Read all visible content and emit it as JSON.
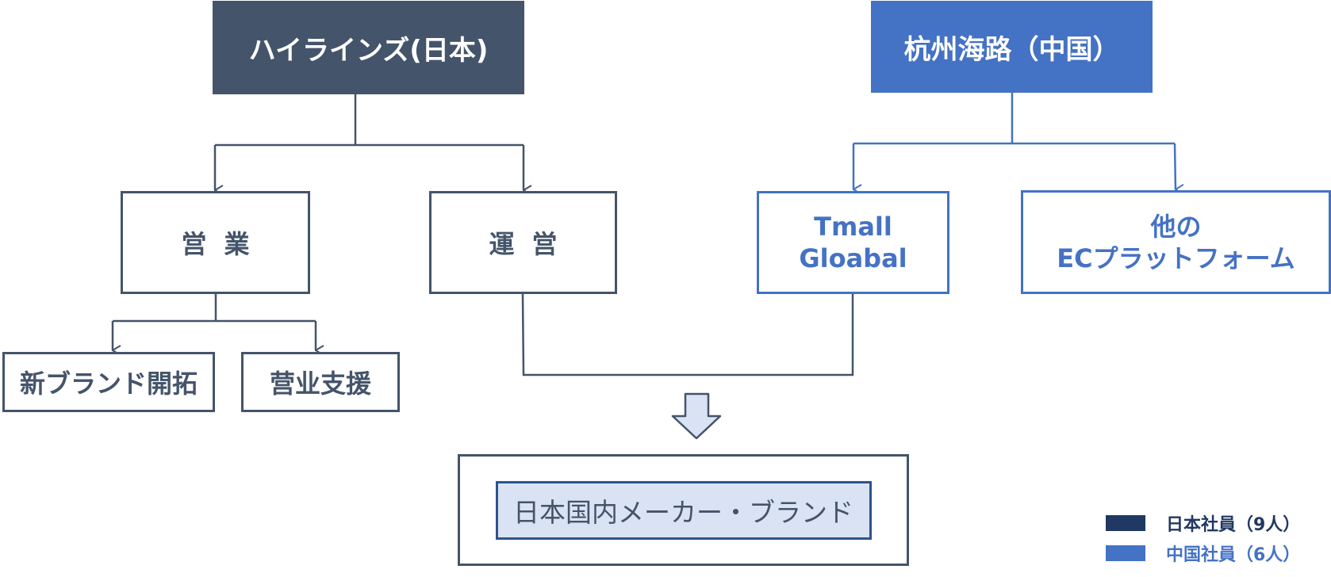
{
  "japan": {
    "title": "ハイラインズ(日本)",
    "color": "#44546a",
    "divisions": {
      "sales": "営業",
      "operations": "運営"
    },
    "sales_subitems": {
      "new_brand": "新ブランド開拓",
      "sales_support": "营业支援"
    }
  },
  "china": {
    "title": "杭州海路（中国）",
    "color": "#4472c4",
    "tmall": {
      "line1": "Tmall",
      "line2": "Gloabal"
    },
    "other_ec": {
      "line1": "他の",
      "line2": "ECプラットフォーム"
    }
  },
  "target": {
    "label": "日本国内メーカー・ブランド"
  },
  "legend": {
    "items": [
      {
        "label": "日本社員（9人）",
        "color": "#203864"
      },
      {
        "label": "中国社員（6人）",
        "color": "#4472c4"
      }
    ]
  }
}
